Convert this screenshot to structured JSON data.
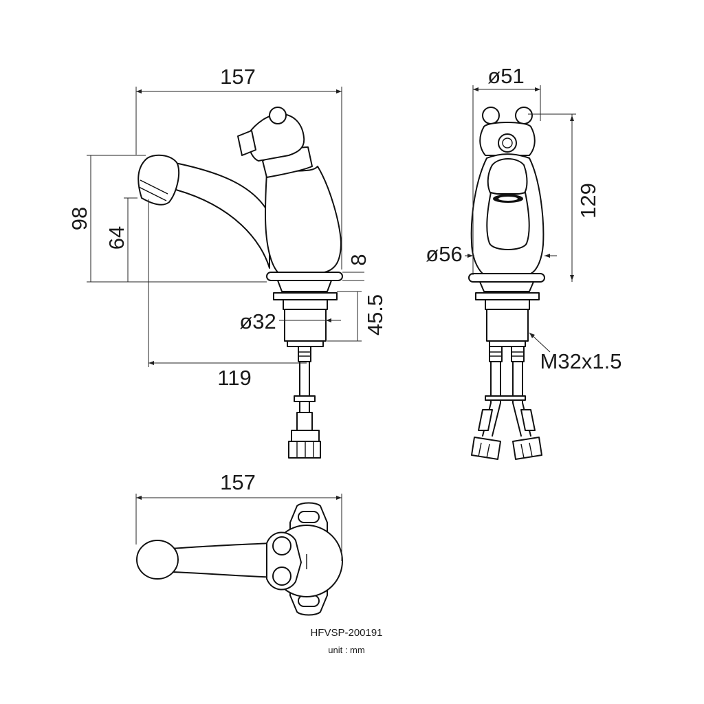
{
  "drawing": {
    "side_view": {
      "overall_length": "157",
      "overall_height": "98",
      "spout_height": "64",
      "base_thickness": "8",
      "thread_length": "45.5",
      "shank_diameter": "ø32",
      "spout_reach": "119"
    },
    "front_view": {
      "handle_width": "ø51",
      "overall_height": "129",
      "base_diameter": "ø56",
      "thread_spec": "M32x1.5"
    },
    "top_view": {
      "overall_length": "157"
    },
    "model_code": "HFVSP-200191",
    "unit_note": "unit : mm"
  }
}
